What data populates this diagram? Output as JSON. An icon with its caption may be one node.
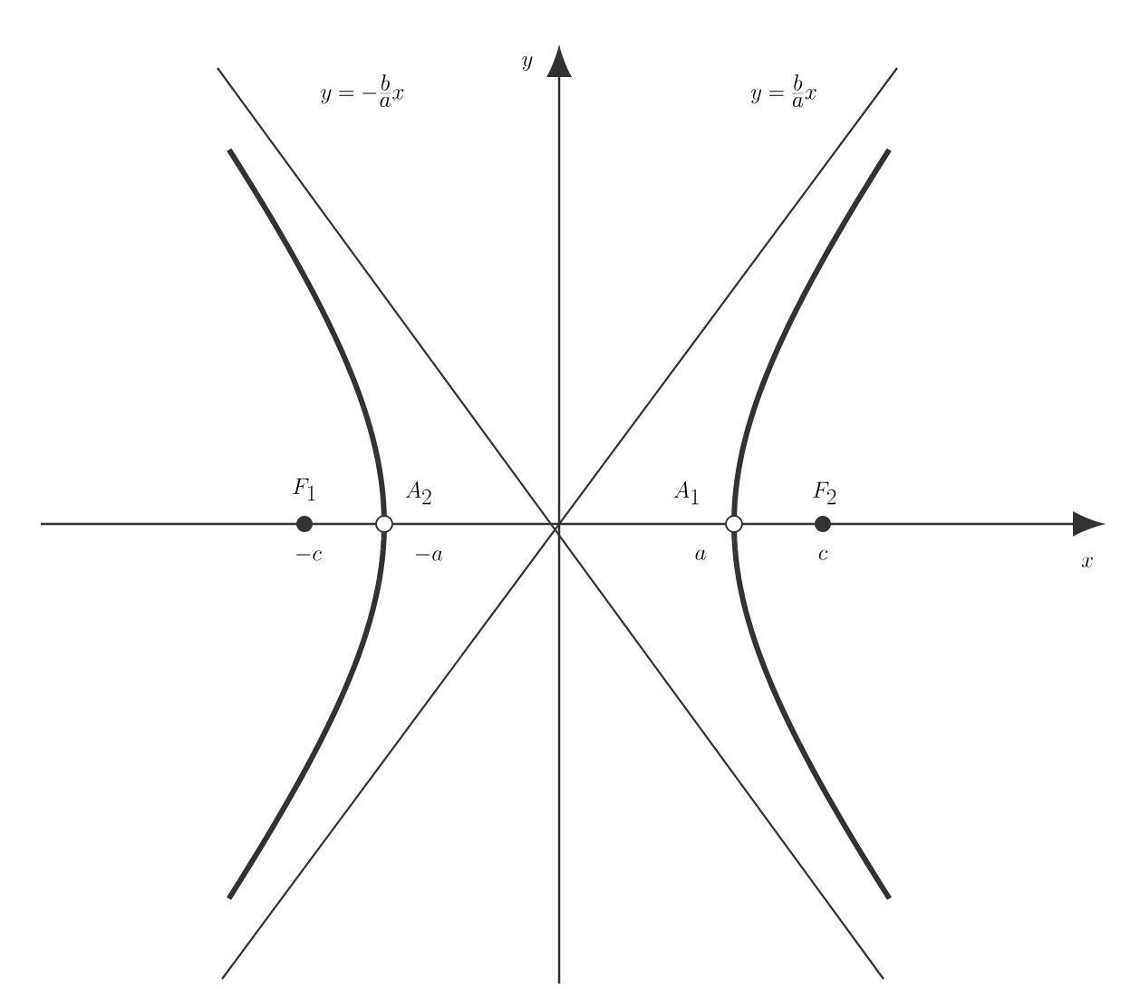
{
  "diagram": {
    "labels": [
      "y=-\\frac{b}{a}x",
      "y",
      "y=\\frac{b}{a}x",
      "F_1",
      "A_2",
      "A_1",
      "F_2",
      "-c",
      "-a",
      "a",
      "c",
      "x"
    ]
  }
}
